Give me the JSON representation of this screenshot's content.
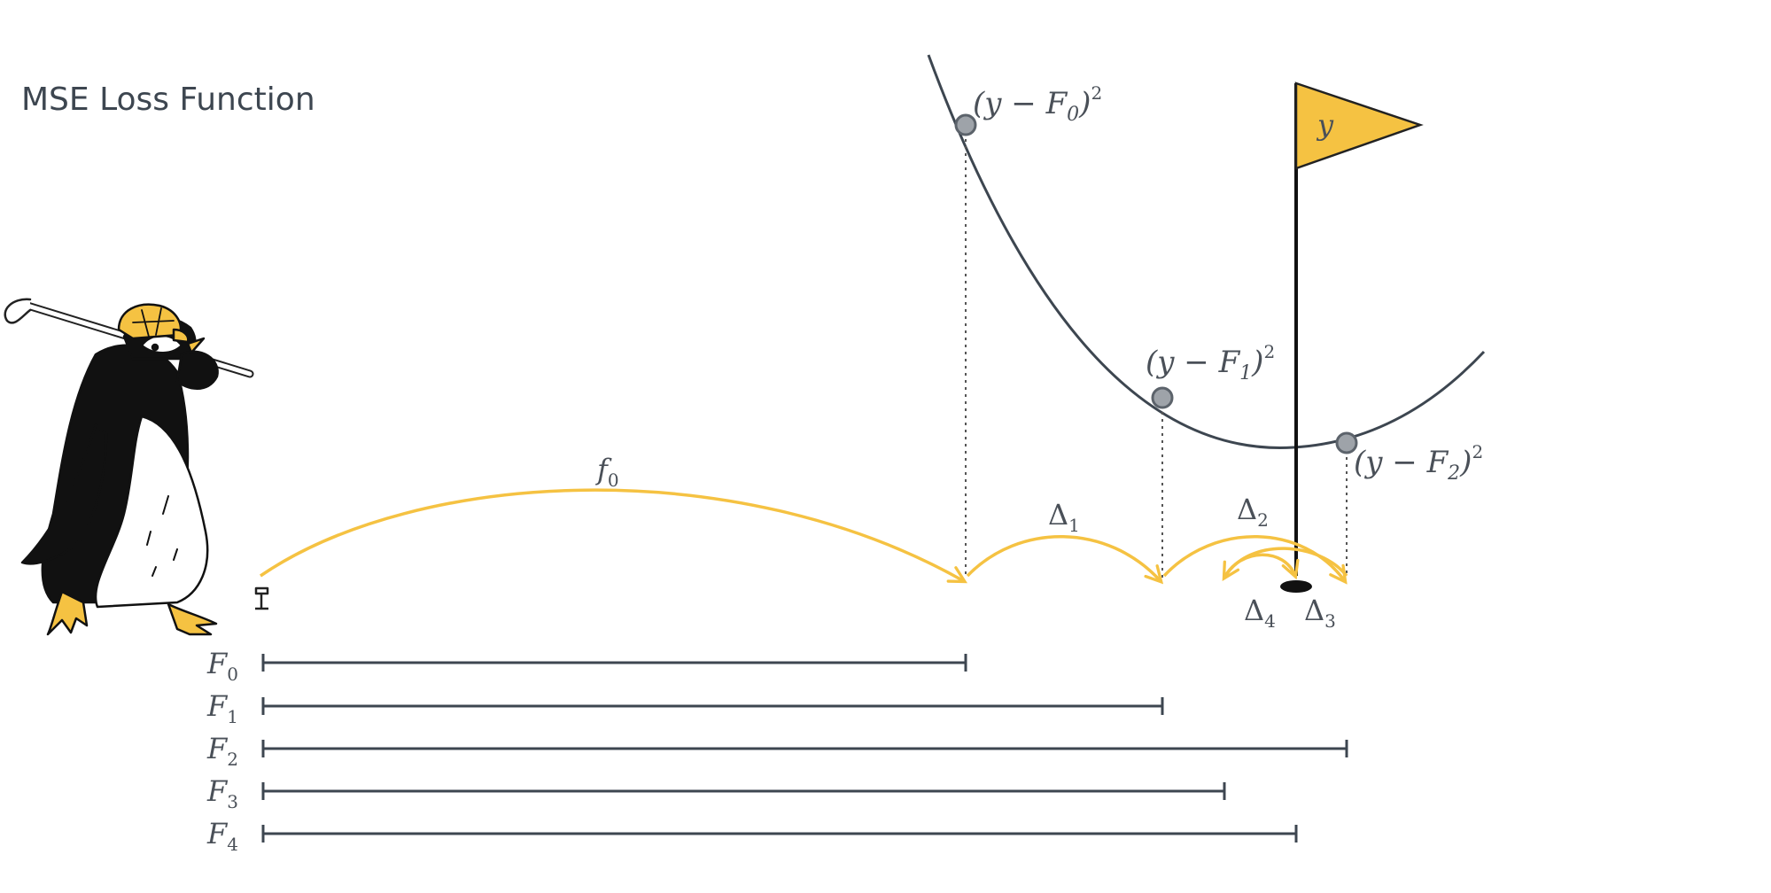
{
  "title": "MSE Loss Function",
  "colors": {
    "ink": "#3d4650",
    "gold": "#f5c242",
    "gold_dark": "#e0a820",
    "point_fill": "#9ea3a9",
    "point_stroke": "#5c636b",
    "penguin_black": "#111111"
  },
  "icons": [
    "penguin-golfer-icon",
    "golf-tee-icon",
    "flag-icon",
    "golf-hole-icon"
  ],
  "flag": {
    "label": "y"
  },
  "loss_points": [
    {
      "id": "p0",
      "base": "(y − F",
      "sub": "0",
      "close": ")",
      "sup": "2"
    },
    {
      "id": "p1",
      "base": "(y − F",
      "sub": "1",
      "close": ")",
      "sup": "2"
    },
    {
      "id": "p2",
      "base": "(y − F",
      "sub": "2",
      "close": ")",
      "sup": "2"
    }
  ],
  "arcs": [
    {
      "id": "f0",
      "base": "f",
      "sub": "0"
    },
    {
      "id": "d1",
      "base": "Δ",
      "sub": "1"
    },
    {
      "id": "d2",
      "base": "Δ",
      "sub": "2"
    },
    {
      "id": "d3",
      "base": "Δ",
      "sub": "3"
    },
    {
      "id": "d4",
      "base": "Δ",
      "sub": "4"
    }
  ],
  "prediction_bars": [
    {
      "base": "F",
      "sub": "0"
    },
    {
      "base": "F",
      "sub": "1"
    },
    {
      "base": "F",
      "sub": "2"
    },
    {
      "base": "F",
      "sub": "3"
    },
    {
      "base": "F",
      "sub": "4"
    }
  ]
}
